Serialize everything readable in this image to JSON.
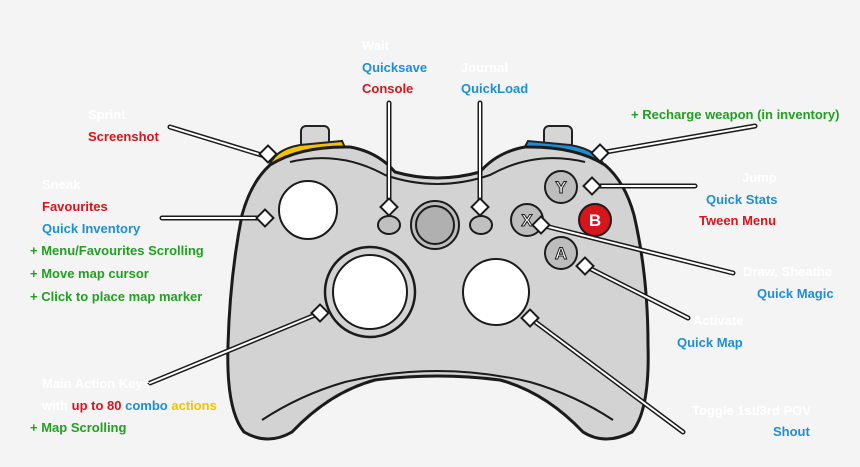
{
  "colors": {
    "action_white": "#ffffff",
    "mod_blue": "#1e8fd6",
    "mod_red": "#d8141c",
    "extra_green": "#22a022",
    "highlight_yellow": "#f2c400",
    "controller_fill": "#d3d3d3",
    "button_fill": "#bdbdbd",
    "lb_bumper": "#f2c400",
    "rb_bumper": "#1e8fd6",
    "b_button": "#d8141c"
  },
  "controller": {
    "face_buttons": {
      "y": "Y",
      "x": "X",
      "b": "B",
      "a": "A"
    }
  },
  "labels": {
    "lb": {
      "primary": "Sprint",
      "red": "Screenshot"
    },
    "back": {
      "primary": "Wait",
      "blue": "Quicksave",
      "red": "Console"
    },
    "start": {
      "primary": "Journal",
      "blue": "QuickLoad"
    },
    "rb": {
      "green": "+ Recharge weapon (in inventory)"
    },
    "left_stick": {
      "primary": "Sneak",
      "red": "Favourites",
      "blue": "Quick Inventory",
      "green1": "+ Menu/Favourites Scrolling",
      "green2": "+ Move map cursor",
      "green3": "+ Click to place map marker"
    },
    "y": {
      "primary": "Jump",
      "blue": "Quick Stats",
      "red": "Tween Menu"
    },
    "x": {
      "primary": "Draw, Sheathe",
      "blue": "Quick Magic"
    },
    "a": {
      "primary": "Activate",
      "blue": "Quick Map"
    },
    "dpad": {
      "primary": "Main Action Keys",
      "with": "with",
      "up_to": "up to 80",
      "combo": "combo",
      "actions": "actions",
      "green": "+ Map Scrolling"
    },
    "right_stick": {
      "primary": "Toggle 1st/3rd POV",
      "blue": "Shout"
    }
  }
}
